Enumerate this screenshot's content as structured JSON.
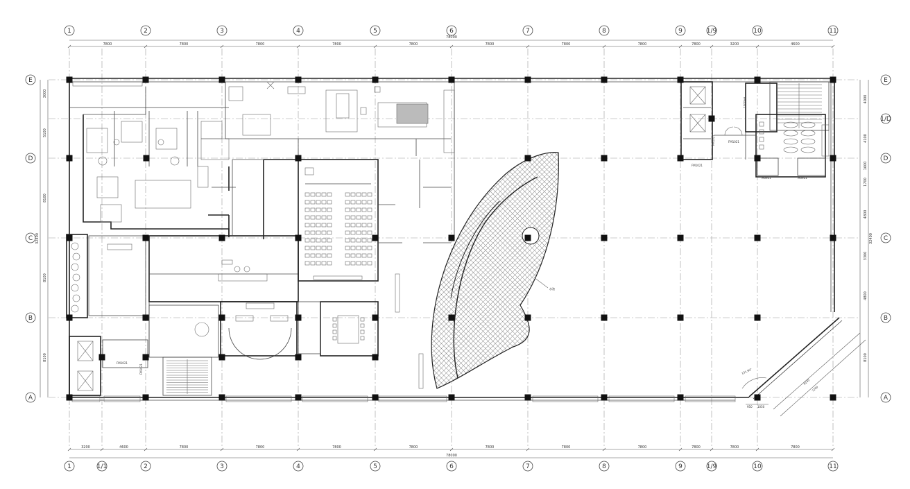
{
  "drawing": {
    "axes_x": [
      "1",
      "1/1",
      "2",
      "3",
      "4",
      "5",
      "6",
      "7",
      "8",
      "9",
      "1/9",
      "10",
      "11"
    ],
    "axes_top": [
      "1",
      "2",
      "3",
      "4",
      "5",
      "6",
      "7",
      "8",
      "9",
      "1/9",
      "10",
      "11"
    ],
    "axes_y": [
      "E",
      "1/D",
      "D",
      "C",
      "B",
      "A"
    ],
    "axes_y_left": [
      "E",
      "D",
      "C",
      "B",
      "A"
    ],
    "top_spans": [
      "7800",
      "7800",
      "7800",
      "7800",
      "7800",
      "7800",
      "7800",
      "7800",
      "7800",
      "3200",
      "4600",
      "7800"
    ],
    "top_total": "78000",
    "bottom_spans": [
      "3200",
      "4600",
      "7800",
      "7800",
      "7800",
      "7800",
      "7800",
      "7800",
      "7800",
      "7800",
      "7800",
      "7800"
    ],
    "bottom_total": "78000",
    "left_spans": [
      "3000",
      "5100",
      "8100",
      "8100",
      "8100"
    ],
    "left_total": "32400",
    "right_spans": [
      "4000",
      "4100",
      "1600",
      "1700",
      "4800",
      "3300",
      "4800",
      "8100"
    ],
    "right_total": "32400",
    "atrium_label": "水池",
    "angle_label": "131.92°",
    "door_tags": [
      "FM1021",
      "FM1021",
      "FM1021",
      "FM1021",
      "FM1021",
      "M0921",
      "M0921",
      "FM1021"
    ],
    "corner_dims": [
      "950",
      "1050"
    ],
    "diag_dims": [
      "6145",
      "7200"
    ]
  }
}
